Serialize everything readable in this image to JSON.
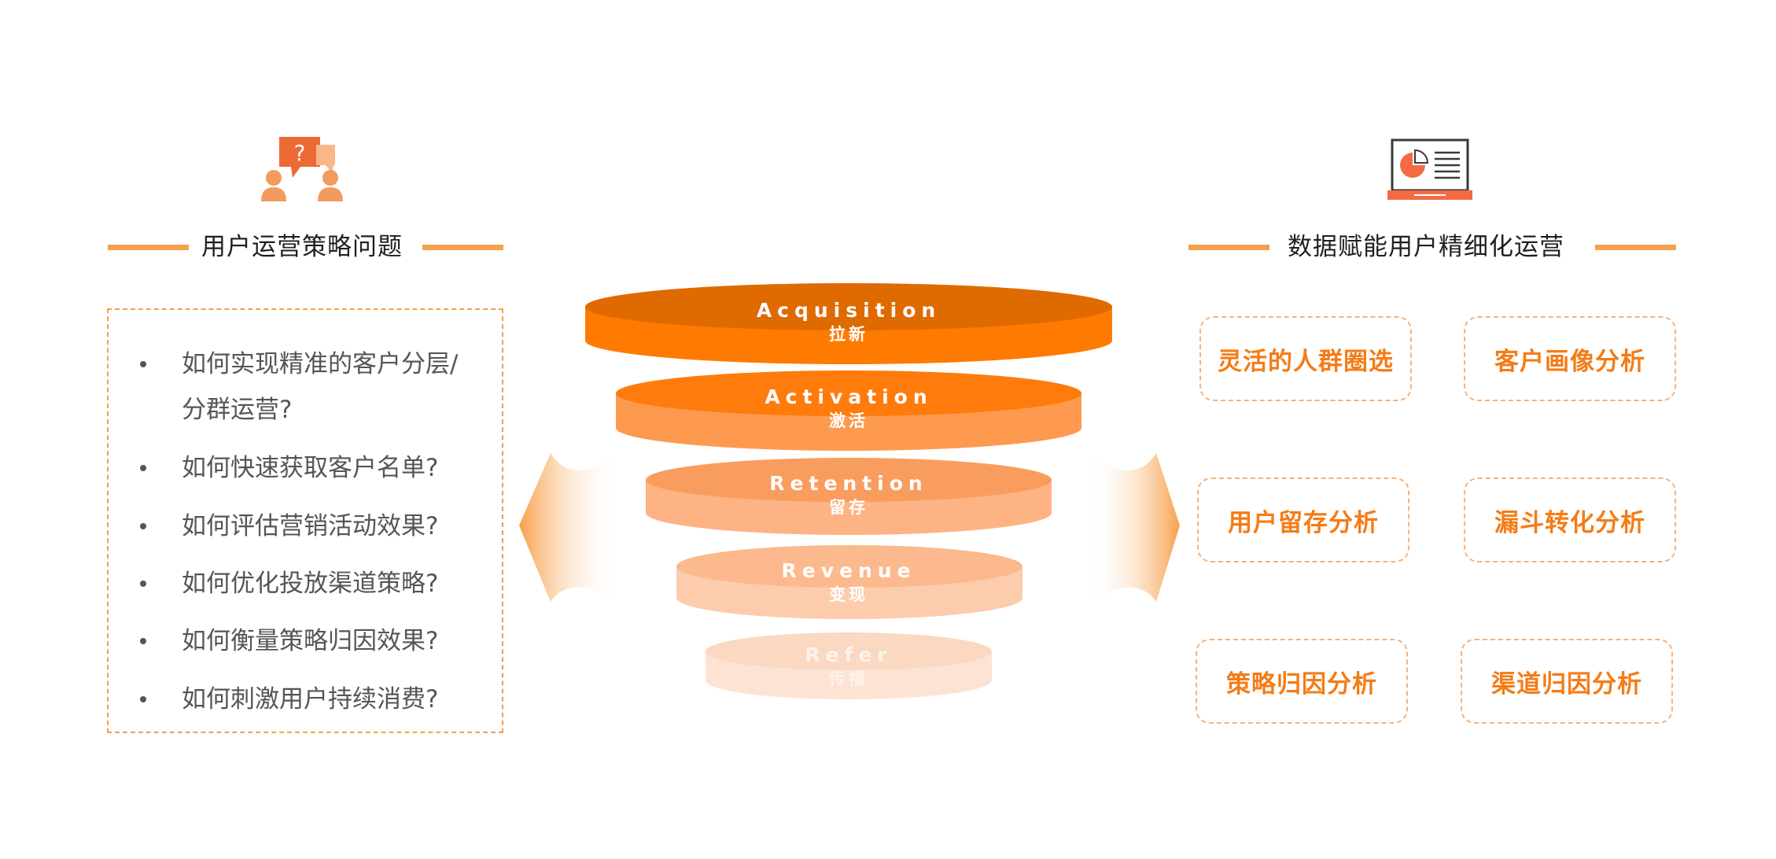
{
  "left_section": {
    "title": "用户运营策略问题",
    "questions": [
      "如何实现精准的客户分层/分群运营?",
      "如何快速获取客户名单?",
      "如何评估营销活动效果?",
      "如何优化投放渠道策略?",
      "如何衡量策略归因效果?",
      "如何刺激用户持续消费?"
    ]
  },
  "funnel": {
    "stages": [
      {
        "en": "Acquisition",
        "zh": "拉新"
      },
      {
        "en": "Activation",
        "zh": "激活"
      },
      {
        "en": "Retention",
        "zh": "留存"
      },
      {
        "en": "Revenue",
        "zh": "变现"
      },
      {
        "en": "Refer",
        "zh": "传播"
      }
    ]
  },
  "right_section": {
    "title": "数据赋能用户精细化运营",
    "capabilities": [
      "灵活的人群圈选",
      "客户画像分析",
      "用户留存分析",
      "漏斗转化分析",
      "策略归因分析",
      "渠道归因分析"
    ]
  },
  "icons": {
    "left": "people-question-icon",
    "right": "laptop-report-icon"
  },
  "colors": {
    "accent": "#F5A04B",
    "tag_text": "#F47C17",
    "funnel_dark": "#FF7A00"
  }
}
